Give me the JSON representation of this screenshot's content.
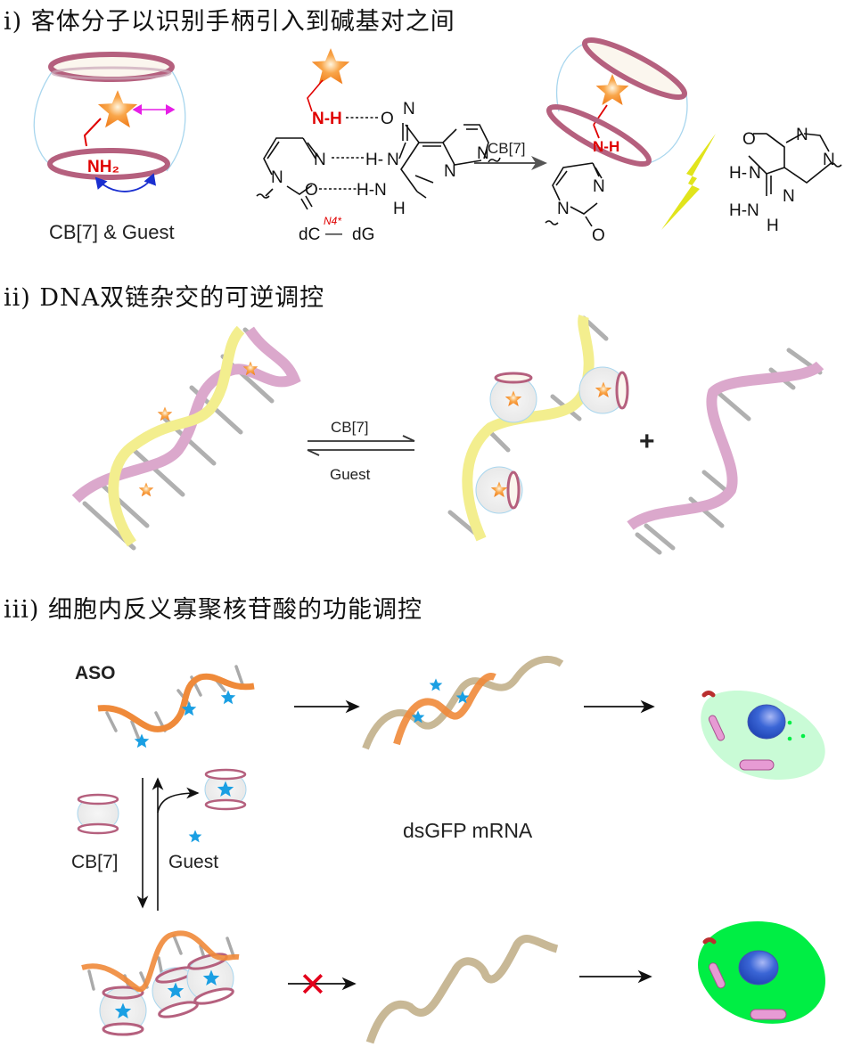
{
  "sections": [
    {
      "id": "i",
      "title": "i) 客体分子以识别手柄引入到碱基对之间"
    },
    {
      "id": "ii",
      "title": "ii) DNA双链杂交的可逆调控"
    },
    {
      "id": "iii",
      "title": "iii) 细胞内反义寡聚核苷酸的功能调控"
    }
  ],
  "panel_i": {
    "host_guest_caption": "CB[7] & Guest",
    "amine_label": "NH₂",
    "nh_label": "N-H",
    "pair_caption_left": "dC",
    "pair_caption_sup": "N4*",
    "pair_caption_dash": "—",
    "pair_caption_right": "dG",
    "arrow_label": "CB[7]",
    "atoms": {
      "N": "N",
      "O": "O",
      "H": "H",
      "HN": "H-N",
      "NH": "H-"
    }
  },
  "panel_ii": {
    "forward_label": "CB[7]",
    "reverse_label": "Guest",
    "plus": "+"
  },
  "panel_iii": {
    "aso_label": "ASO",
    "cb7_label": "CB[7]",
    "guest_label": "Guest",
    "mrna_label": "dsGFP mRNA",
    "blocked_mark": "✕"
  },
  "colors": {
    "ring": "#b5607e",
    "guest_star": "#f7922a",
    "blue_star": "#1a9fe3",
    "aso_strand": "#ef8a3a",
    "mrna_strand": "#c8b896",
    "pink_strand": "#dba8cc",
    "yellow_strand": "#f3ee8e",
    "cell_dim": "#c9fbd6",
    "cell_bright": "#00ee44",
    "nucleus": "#2f5fd0",
    "lightning": "#e1e41c",
    "block_x": "#e3001b"
  }
}
